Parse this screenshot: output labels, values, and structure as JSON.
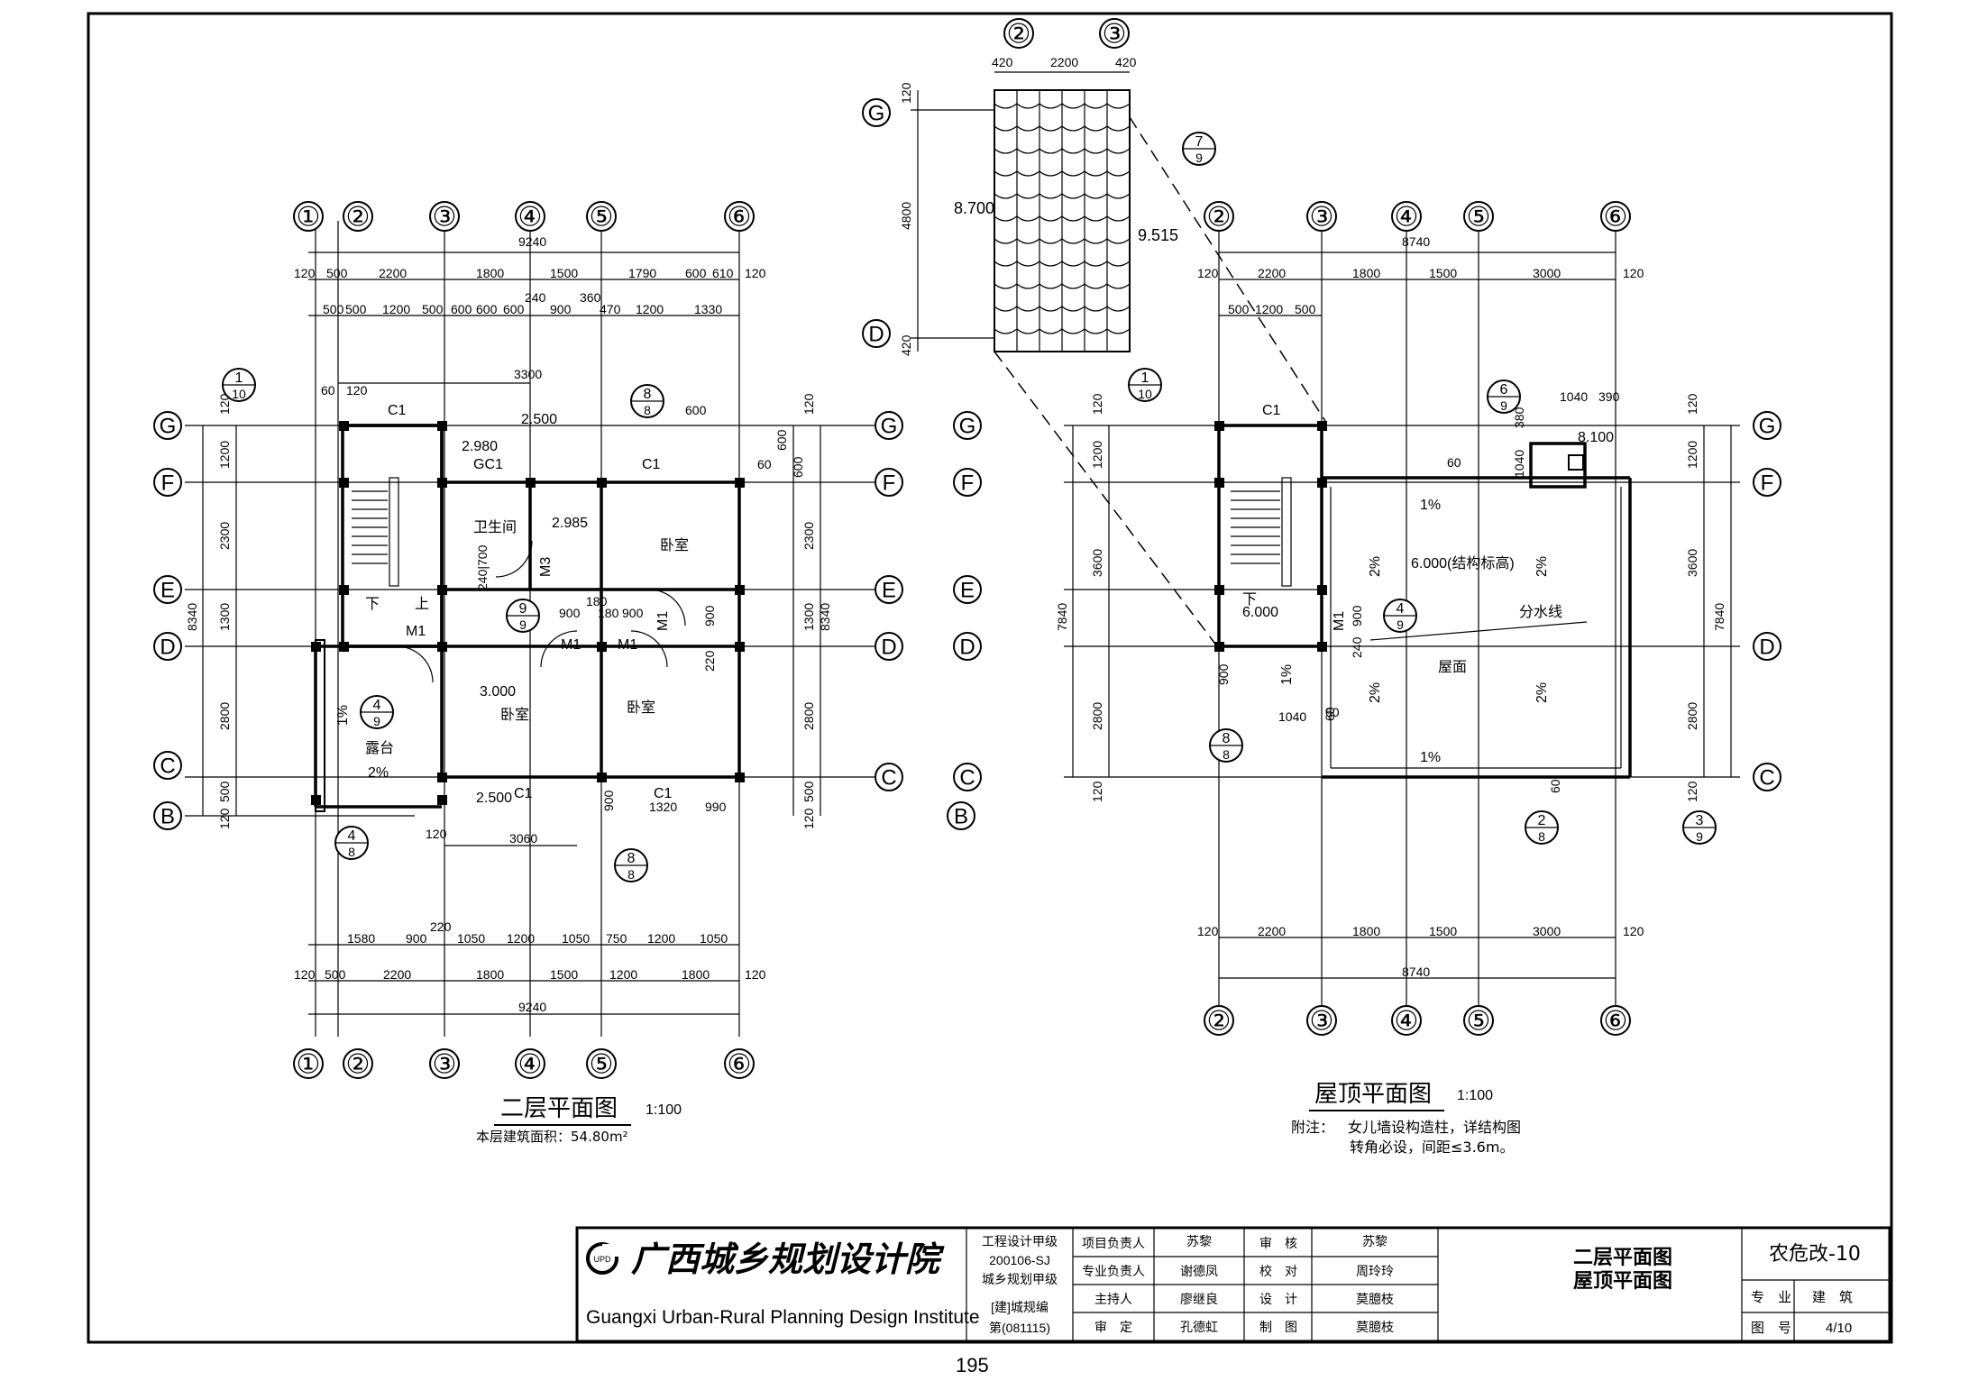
{
  "second_floor": {
    "title": "二层平面图",
    "scale": "1:100",
    "area_note": "本层建筑面积：54.80m²",
    "axes_h": [
      "①",
      "②",
      "③",
      "④",
      "⑤",
      "⑥"
    ],
    "axes_v": [
      "G",
      "F",
      "E",
      "D",
      "C",
      "B"
    ],
    "top_dims_overall": "9240",
    "top_dims_1": [
      "120",
      "500",
      "2200",
      "1800",
      "1500",
      "1790",
      "600",
      "610",
      "120"
    ],
    "top_dims_2": [
      "500",
      "500",
      "1200",
      "500",
      "600",
      "600",
      "600",
      "240",
      "900",
      "360",
      "470",
      "1200",
      "1330"
    ],
    "top_dims_3": "3300",
    "bottom_dims_1": [
      "1580",
      "900",
      "220",
      "1050",
      "1200",
      "1050",
      "750",
      "1200",
      "1050"
    ],
    "bottom_dims_2": [
      "120",
      "500",
      "2200",
      "1800",
      "1500",
      "1200",
      "1800",
      "120"
    ],
    "bottom_dims_overall": "9240",
    "left_dims": [
      "120",
      "1200",
      "2300",
      "1300",
      "2800",
      "500",
      "120"
    ],
    "left_overall": "8340",
    "right_dims": [
      "120",
      "600",
      "600",
      "2300",
      "1300",
      "2800",
      "500",
      "120"
    ],
    "right_overall": "8340",
    "rooms": {
      "toilet": "卫生间",
      "bedroom1": "卧室",
      "bedroom2": "卧室",
      "bedroom3": "卧室",
      "terrace": "露台"
    },
    "labels": {
      "c1_top": "C1",
      "c1_f": "C1",
      "gc1": "GC1",
      "m3": "M3",
      "m1_a": "M1",
      "m1_b": "M1",
      "m1_c": "M1",
      "m1_d": "M1",
      "c1_bot_a": "C1",
      "c1_bot_b": "C1",
      "down": "下",
      "up": "上",
      "elev_2500_top": "2.500",
      "elev_2980": "2.980",
      "elev_2985": "2.985",
      "elev_3000": "3.000",
      "elev_2500_bot": "2.500",
      "slope_terrace_a": "1%",
      "slope_terrace_b": "2%",
      "dim_900a": "900",
      "dim_180a": "180",
      "dim_180b": "180",
      "dim_900b": "900",
      "dim_900c": "900",
      "dim_220": "220",
      "dim_240_700": "240|700",
      "dim_3060": "3060",
      "dim_1320": "1320",
      "dim_990": "990",
      "dim_900d": "900",
      "dim_120_bot": "120",
      "dim_60": "60",
      "dim_120_detail": "120",
      "dim_600": "600",
      "dim_60b": "60"
    },
    "details": [
      {
        "num": "1",
        "den": "10"
      },
      {
        "num": "8",
        "den": "8"
      },
      {
        "num": "9",
        "den": "9"
      },
      {
        "num": "4",
        "den": "9"
      },
      {
        "num": "4",
        "den": "8"
      },
      {
        "num": "8",
        "den": "8"
      }
    ]
  },
  "roof": {
    "title": "屋顶平面图",
    "scale": "1:100",
    "note_label": "附注：",
    "note_line1": "女儿墙设构造柱，详结构图",
    "note_line2": "转角必设，间距≤3.6m。",
    "axes_h": [
      "②",
      "③",
      "④",
      "⑤",
      "⑥"
    ],
    "axes_v_left": [
      "G",
      "F",
      "E",
      "D",
      "C"
    ],
    "axes_v_right": [
      "G",
      "F",
      "D",
      "C"
    ],
    "top_overall": "8740",
    "top_dims_1": [
      "120",
      "2200",
      "1800",
      "1500",
      "3000",
      "120"
    ],
    "top_dims_2": [
      "500",
      "1200",
      "500"
    ],
    "bottom_dims_1": [
      "120",
      "2200",
      "1800",
      "1500",
      "3000",
      "120"
    ],
    "bottom_overall": "8740",
    "left_dims": [
      "120",
      "1200",
      "3600",
      "2800",
      "120"
    ],
    "left_overall": "7840",
    "right_dims": [
      "120",
      "1200",
      "3600",
      "2800",
      "120"
    ],
    "right_overall": "7840",
    "labels": {
      "c1": "C1",
      "m1": "M1",
      "down": "下",
      "roof_name": "屋面",
      "elev_6000": "6.000",
      "elev_6000_struct": "6.000(结构标高)",
      "elev_8100": "8.100",
      "ridge_line": "分水线",
      "slope_top": "1%",
      "slope_bot": "1%",
      "slope_a": "2%",
      "slope_b": "2%",
      "slope_c": "2%",
      "slope_d": "2%",
      "slope_e": "1%",
      "dim_1040": "1040",
      "dim_390": "390",
      "dim_380": "380",
      "dim_1040b": "1040",
      "dim_60a": "60",
      "dim_60b": "60",
      "dim_60c": "60",
      "dim_60d": "60",
      "dim_900": "900",
      "dim_240": "240",
      "dim_900b": "900",
      "dim_1040c": "1040"
    },
    "details": [
      {
        "num": "1",
        "den": "10"
      },
      {
        "num": "6",
        "den": "9"
      },
      {
        "num": "4",
        "den": "9"
      },
      {
        "num": "8",
        "den": "8"
      },
      {
        "num": "2",
        "den": "8"
      },
      {
        "num": "3",
        "den": "9"
      }
    ]
  },
  "roof_detail": {
    "axes": [
      "②",
      "③",
      "G",
      "D"
    ],
    "top_dims": [
      "420",
      "2200",
      "420"
    ],
    "left_dims": [
      "120",
      "4800",
      "420"
    ],
    "elev_left": "8.700",
    "elev_right": "9.515",
    "detail": {
      "num": "7",
      "den": "9"
    }
  },
  "title_block": {
    "institute_cn": "广西城乡规划设计院",
    "institute_en": "Guangxi Urban-Rural Planning Design Institute",
    "logo": "UPD",
    "qual_1": "工程设计甲级",
    "qual_2": "200106-SJ",
    "qual_3": "城乡规划甲级",
    "qual_4": "[建]城规编",
    "qual_5": "第(081115)",
    "roles": [
      {
        "role": "项目负责人",
        "name": "苏黎",
        "role2": "审　核",
        "name2": "苏黎"
      },
      {
        "role": "专业负责人",
        "name": "谢德凤",
        "role2": "校　对",
        "name2": "周玲玲"
      },
      {
        "role": "主持人",
        "name": "廖继良",
        "role2": "设　计",
        "name2": "莫臆枝"
      },
      {
        "role": "审　定",
        "name": "孔德虹",
        "role2": "制　图",
        "name2": "莫臆枝"
      }
    ],
    "drawing_title_1": "二层平面图",
    "drawing_title_2": "屋顶平面图",
    "project_code": "农危改-10",
    "discipline_label": "专　业",
    "discipline": "建　筑",
    "sheet_label": "图　号",
    "sheet_no": "4/10"
  },
  "page_number": "195"
}
